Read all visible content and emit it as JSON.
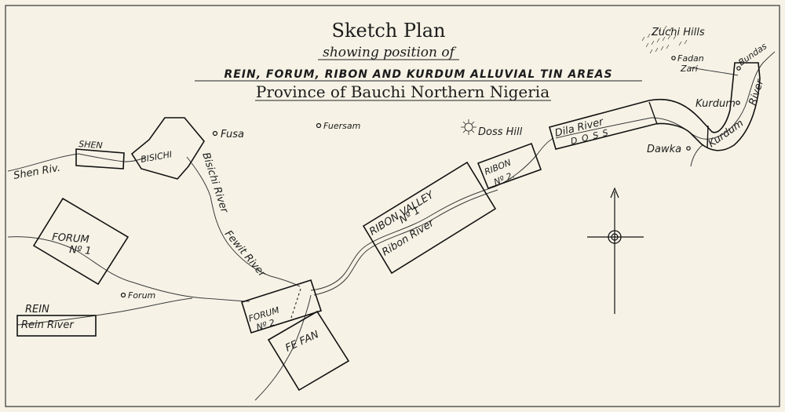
{
  "title": {
    "line1": "Sketch Plan",
    "line2": "showing position of",
    "line3": "REIN, FORUM, RIBON AND KURDUM ALLUVIAL TIN AREAS",
    "line4": "Province of Bauchi Northern Nigeria"
  },
  "areas": {
    "shen": "SHEN",
    "bisichi": "BISICHI",
    "forum1_a": "FORUM",
    "forum1_b": "Nº 1",
    "rein": "REIN",
    "forum2_a": "FORUM",
    "forum2_b": "Nº 2",
    "fefan": "FE FAN",
    "ribon_valley_a": "RIBON VALLEY",
    "ribon_valley_b": "Nº 1",
    "ribon2_a": "RIBON",
    "ribon2_b": "Nº 2.",
    "doss": "DOSS"
  },
  "rivers": {
    "shen": "Shen Riv.",
    "bisichi": "Bisichi River",
    "fewit": "Fewit River",
    "rein": "Rein River",
    "ribon": "Ribon River",
    "dila": "Dila River",
    "kurdum": "Kurdum",
    "kurdum_river": "River"
  },
  "places": {
    "fusa": "Fusa",
    "fuersam": "Fuersam",
    "doss_hill": "Doss Hill",
    "forum": "Forum",
    "zuchi_hills": "Zuchi Hills",
    "fadan": "Fadan",
    "zari": "Zari",
    "bundas": "Bundas",
    "kurdum": "Kurdum",
    "dawka": "Dawka"
  }
}
